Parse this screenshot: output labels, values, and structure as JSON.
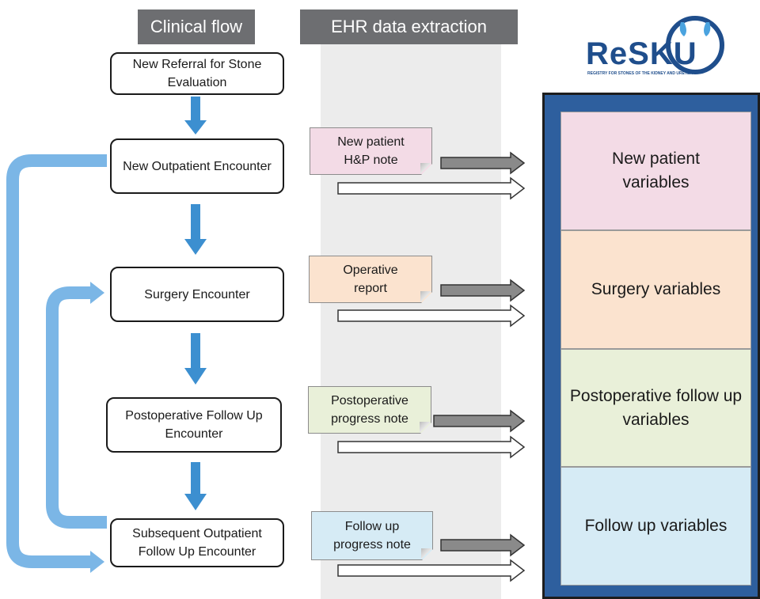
{
  "headers": {
    "clinical_flow": "Clinical flow",
    "ehr_extraction": "EHR data extraction"
  },
  "logo": {
    "text": "ReSKU",
    "tagline": "REGISTRY FOR STONES OF THE KIDNEY AND URETER",
    "color_dark": "#1f4e8c",
    "color_accent": "#4aa3df"
  },
  "flow_steps": [
    {
      "label": "New Referral for Stone Evaluation"
    },
    {
      "label": "New Outpatient Encounter"
    },
    {
      "label": "Surgery Encounter"
    },
    {
      "label": "Postoperative Follow Up Encounter"
    },
    {
      "label": "Subsequent Outpatient Follow Up Encounter"
    }
  ],
  "notes": [
    {
      "label": "New patient H&P note",
      "color": "#f3dbe6"
    },
    {
      "label": "Operative report",
      "color": "#fbe3cf"
    },
    {
      "label": "Postoperative progress note",
      "color": "#e9f0d9"
    },
    {
      "label": "Follow up progress note",
      "color": "#d6ebf5"
    }
  ],
  "variables": [
    {
      "label": "New patient variables",
      "color": "#f3dbe6"
    },
    {
      "label": "Surgery variables",
      "color": "#fbe3cf"
    },
    {
      "label": "Postoperative follow up variables",
      "color": "#e9f0d9"
    },
    {
      "label": "Follow up variables",
      "color": "#d6ebf5"
    }
  ],
  "colors": {
    "flow_arrow": "#3c8fd0",
    "loop_arrow": "#7bb6e6",
    "header_bg": "#6d6e71",
    "panel_border": "#2e5f9e"
  }
}
